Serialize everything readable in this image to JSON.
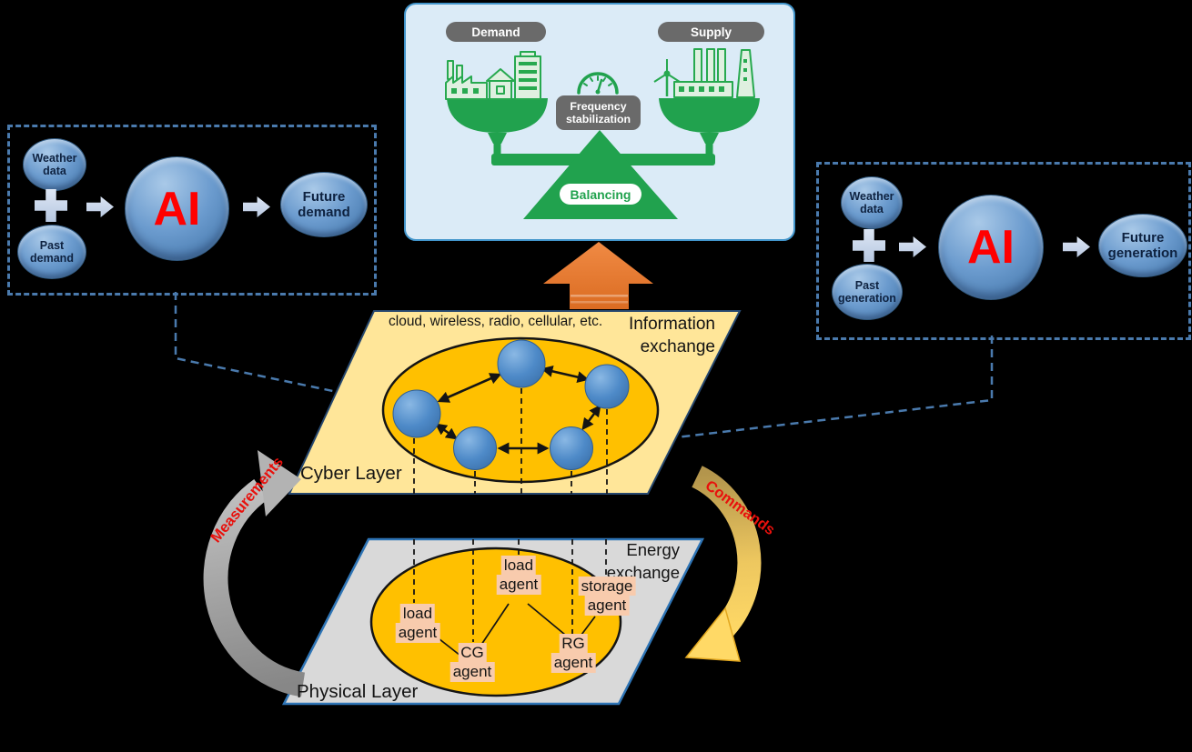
{
  "balance_panel": {
    "demand_label": "Demand",
    "supply_label": "Supply",
    "frequency_label": "Frequency stabilization",
    "balancing_label": "Balancing"
  },
  "demand_forecast_box": {
    "input_top": "Weather data",
    "input_bottom": "Past demand",
    "model_label": "AI",
    "output_label": "Future demand"
  },
  "generation_forecast_box": {
    "input_top": "Weather data",
    "input_bottom": "Past generation",
    "model_label": "AI",
    "output_label": "Future generation"
  },
  "cyber_layer": {
    "title": "Cyber Layer",
    "network_caption": "cloud, wireless, radio, cellular, etc.",
    "exchange_label": "Information exchange",
    "agent_node_count": 5
  },
  "physical_layer": {
    "title": "Physical Layer",
    "exchange_label": "Energy exchange",
    "agents": [
      {
        "line1": "load",
        "line2": "agent"
      },
      {
        "line1": "storage",
        "line2": "agent"
      },
      {
        "line1": "load",
        "line2": "agent"
      },
      {
        "line1": "CG",
        "line2": "agent"
      },
      {
        "line1": "RG",
        "line2": "agent"
      }
    ]
  },
  "flow_labels": {
    "measurements": "Measurements",
    "commands": "Commands"
  },
  "colors": {
    "background": "#000000",
    "cyber_layer_fill": "#FFE699",
    "agent_platform_fill": "#FFC000",
    "physical_layer_fill": "#D9D9D9",
    "node_blue": "#4E8AC8",
    "dashed_connector_blue": "#4A7AAD",
    "ai_text_red": "#FF0000",
    "agent_label_fill": "#F8CBAD",
    "balance_green": "#21A24E",
    "balance_panel_fill": "#DBEBF7",
    "pill_gray": "#6A6A6A",
    "up_arrow_orange": "#ED7D31",
    "measurements_arrow_gray": "#A6A6A6",
    "commands_arrow_gold": "#FFD966",
    "flow_text_red": "#E8100C"
  }
}
